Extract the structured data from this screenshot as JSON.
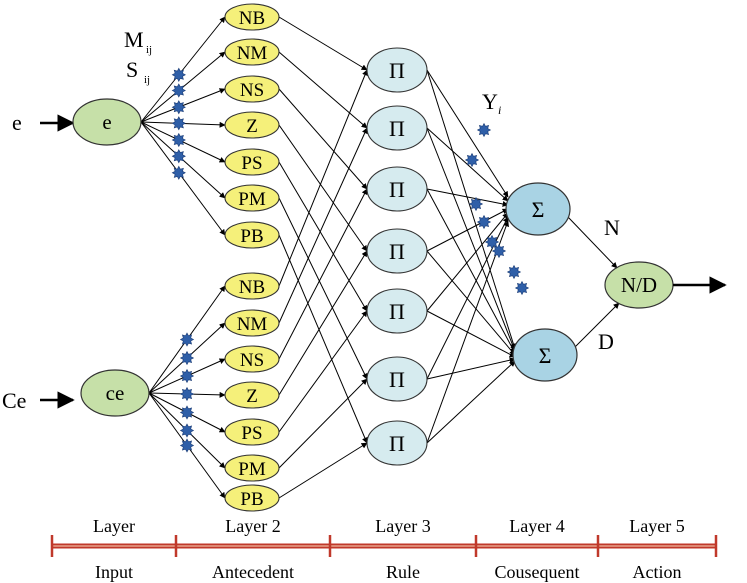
{
  "inputs": {
    "e_label": "e",
    "e_node": "e",
    "ce_label": "Ce",
    "ce_node": "ce"
  },
  "params": {
    "m": "M",
    "m_sub": "ij",
    "s": "S",
    "s_sub": "ij",
    "y": "Y",
    "y_sub": "i"
  },
  "mf_e": [
    "NB",
    "NM",
    "NS",
    "Z",
    "PS",
    "PM",
    "PB"
  ],
  "mf_ce": [
    "NB",
    "NM",
    "NS",
    "Z",
    "PS",
    "PM",
    "PB"
  ],
  "rule_symbol": "Π",
  "rules_count": 7,
  "sum_symbol": "Σ",
  "numerator": "N",
  "denominator": "D",
  "output_node": "N/D",
  "layers": [
    {
      "top": "Layer",
      "bottom": "Input"
    },
    {
      "top": "Layer 2",
      "bottom": "Antecedent"
    },
    {
      "top": "Layer 3",
      "bottom": "Rule"
    },
    {
      "top": "Layer 4",
      "bottom": "Cousequent"
    },
    {
      "top": "Layer 5",
      "bottom": "Action"
    }
  ],
  "colors": {
    "input_node": "#c6e0a8",
    "mf_node": "#f5f07a",
    "rule_node": "#d6ebef",
    "sum_node": "#a9d3e4",
    "output_node": "#c6e0a8",
    "weight_marker": "#2f5fa8",
    "layer_bar": "#c0392b"
  }
}
